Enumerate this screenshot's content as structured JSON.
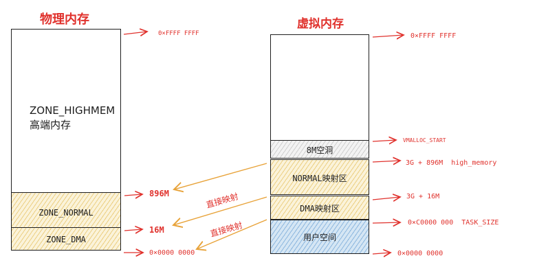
{
  "physical": {
    "title": "物理内存",
    "highmem_label": "ZONE_HIGHMEM",
    "highmem_sublabel": "高端内存",
    "normal_label": "ZONE_NORMAL",
    "dma_label": "ZONE_DMA",
    "addr_top": "0×FFFF FFFF",
    "addr_896": "896M",
    "addr_16": "16M",
    "addr_zero": "0×0000 0000"
  },
  "virtual": {
    "title": "虚拟内存",
    "gap_label": "8M空洞",
    "normal_map_label": "NORMAL映射区",
    "dma_map_label": "DMA映射区",
    "user_label": "用户空间",
    "addr_top": "0×FFFF FFFF",
    "addr_vmalloc": "VMALLOC_START",
    "addr_high_memory": "3G + 896M  high_memory",
    "addr_3g16": "3G + 16M",
    "addr_task_size": "0×C0000 000  TASK_SIZE",
    "addr_zero": "0×0000 0000"
  },
  "mapping": {
    "label_normal": "直接映射",
    "label_dma": "直接映射"
  },
  "colors": {
    "accent_red": "#e0312c",
    "arrow_orange": "#e8a33a",
    "normal_fill": "#f1cf6e",
    "user_fill": "#5b97d0",
    "stroke": "#1e1e1e"
  }
}
